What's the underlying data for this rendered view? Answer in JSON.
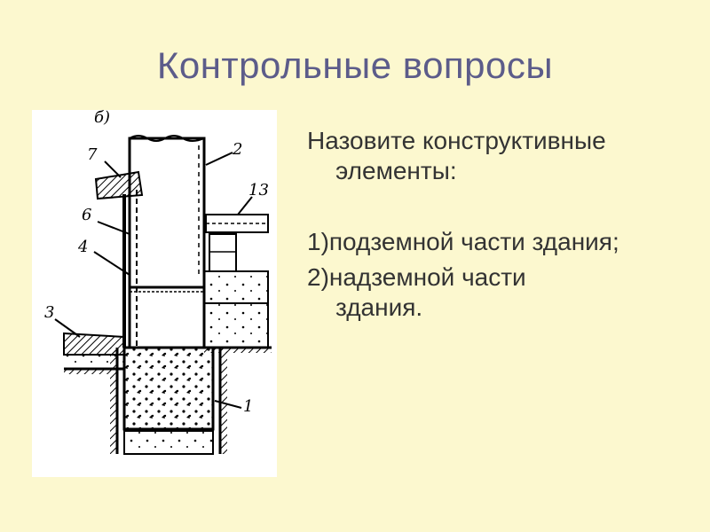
{
  "slide": {
    "title": "Контрольные вопросы"
  },
  "questions": {
    "prompt_line1": "Назовите конструктивные",
    "prompt_line2": "элементы:",
    "item1": "1)подземной части здания;",
    "item2_line1": "2)надземной части",
    "item2_line2": "здания."
  },
  "figure": {
    "label_b": "б)",
    "labels": [
      "7",
      "2",
      "6",
      "4",
      "3",
      "13",
      "1"
    ]
  },
  "colors": {
    "background": "#fcf8cf",
    "title": "#5c5c8a",
    "text": "#333333"
  }
}
